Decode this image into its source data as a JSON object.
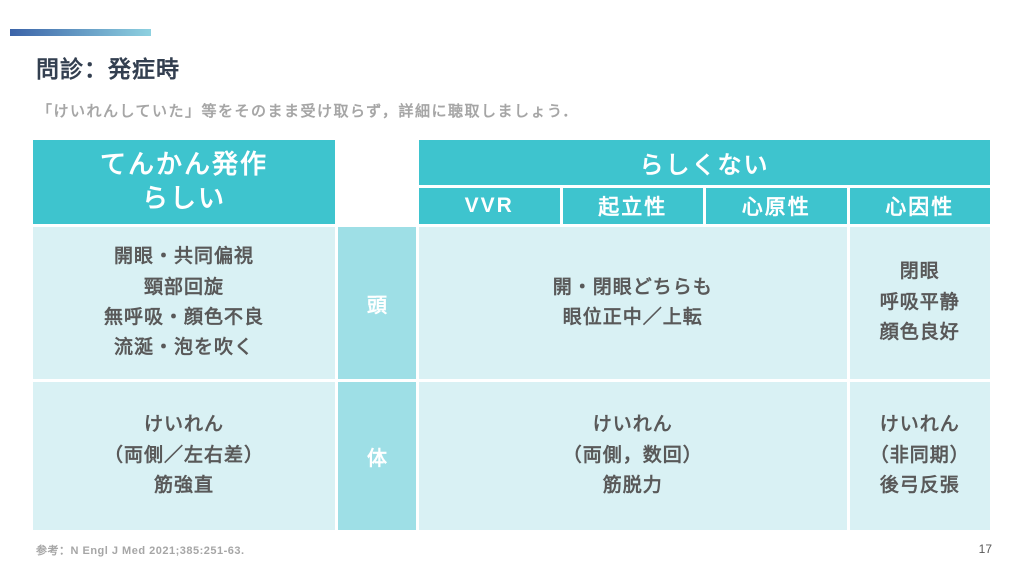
{
  "slide": {
    "title": "問診：発症時",
    "subtitle": "「けいれんしていた」等をそのまま受け取らず，詳細に聴取しましょう．",
    "footer_reference": "参考：N Engl J Med 2021;385:251-63.",
    "page_number": "17"
  },
  "table": {
    "left_header": "てんかん発作\nらしい",
    "right_header": "らしくない",
    "sub_headers": [
      "VVR",
      "起立性",
      "心原性",
      "心因性"
    ],
    "rows": [
      {
        "label": "頭",
        "epileptic": "開眼・共同偏視\n頸部回旋\n無呼吸・顔色不良\n流涎・泡を吹く",
        "middle": "開・閉眼どちらも\n眼位正中／上転",
        "psychogenic": "閉眼\n呼吸平静\n顔色良好"
      },
      {
        "label": "体",
        "epileptic": "けいれん\n（両側／左右差）\n筋強直",
        "middle": "けいれん\n（両側，数回）\n筋脱力",
        "psychogenic": "けいれん\n（非同期）\n後弓反張"
      }
    ]
  },
  "colors": {
    "header_bg": "#3ec4ce",
    "label_bg": "#9edfe6",
    "cell_bg": "#d9f1f4",
    "title_color": "#333f50",
    "muted_color": "#a6a6a6",
    "body_text": "#595959",
    "accent_start": "#3b63a8",
    "accent_end": "#8ed1e0"
  }
}
